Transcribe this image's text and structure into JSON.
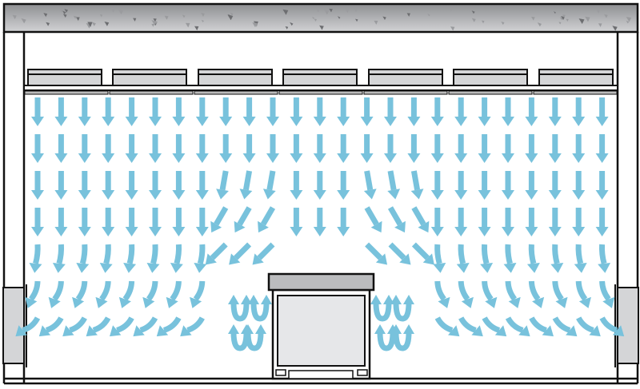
{
  "diagram": {
    "colors": {
      "airflow": "#78c2dc",
      "ceiling_top": "#8e8f92",
      "ceiling_bottom": "#d2d3d5",
      "filter_unit": "#d4d5d7",
      "machine_cap": "#bbbcbe",
      "machine_body": "#e6e7e9",
      "outline": "#111111"
    },
    "icons": [
      "downward-airflow-arrow",
      "curved-airflow-arrow",
      "u-turn-airflow-arrow"
    ]
  }
}
